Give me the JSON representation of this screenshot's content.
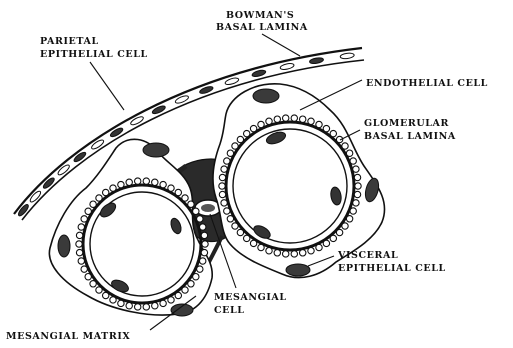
{
  "labels": {
    "bowmans_basal_lamina": [
      "BOWMAN'S",
      "BASAL LAMINA"
    ],
    "parietal_epithelial_cell": [
      "PARIETAL",
      "EPITHELIAL CELL"
    ],
    "endothelial_cell": [
      "ENDOTHELIAL CELL"
    ],
    "glomerular_basal_lamina": [
      "GLOMERULAR",
      "BASAL LAMINA"
    ],
    "visceral_epithelial_cell": [
      "VISCERAL",
      "EPITHELIAL CELL"
    ],
    "mesangial_cell": [
      "MESANGIAL",
      "CELL"
    ],
    "mesangial_matrix": [
      "MESANGIAL MATRIX"
    ]
  },
  "colors": {
    "ink": "#111111",
    "background": "#ffffff",
    "matrix_fill": "#2a2a2a",
    "nucleus_fill": "#3a3a3a"
  }
}
